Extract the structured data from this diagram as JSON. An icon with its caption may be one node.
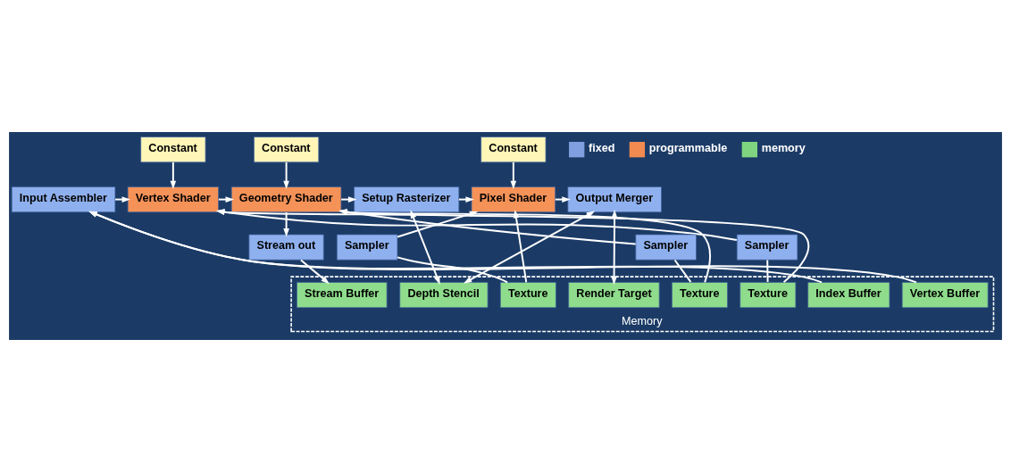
{
  "diagram": {
    "nodes": [
      {
        "text": [
          "Input Assembler"
        ]
      },
      {
        "text": [
          "Vertex Shader"
        ]
      },
      {
        "text": [
          "Geometry Shader"
        ]
      },
      {
        "text": [
          "Setup Rasterizer"
        ]
      },
      {
        "text": [
          "Pixel Shader"
        ]
      },
      {
        "text": [
          "Output Merger"
        ]
      },
      {
        "text": [
          "Constant"
        ]
      },
      {
        "text": [
          "Constant"
        ]
      },
      {
        "text": [
          "Constant"
        ]
      },
      {
        "text": [
          "Sampler"
        ]
      },
      {
        "text": [
          "Sampler"
        ]
      },
      {
        "text": [
          "Stream out"
        ]
      },
      {
        "text": [
          "Sampler"
        ]
      },
      {
        "text": [
          "Memory"
        ]
      },
      {
        "text": [
          "Vertex Buffer"
        ],
        "in": 13
      },
      {
        "text": [
          "Index Buffer"
        ],
        "in": 13
      },
      {
        "text": [
          "Texture"
        ],
        "in": 13
      },
      {
        "text": [
          "Texture"
        ],
        "in": 13
      },
      {
        "text": [
          "Stream Buffer"
        ],
        "in": 13
      },
      {
        "text": [
          "Texture"
        ],
        "in": 13
      },
      {
        "text": [
          "Depth Stencil"
        ],
        "in": 13
      },
      {
        "text": [
          "Render Target"
        ],
        "in": 13
      }
    ],
    "edges": [
      {
        "from": 0,
        "to": 1,
        "arrow": "to"
      },
      {
        "from": 1,
        "to": 2,
        "arrow": "to"
      },
      {
        "from": 2,
        "to": 3,
        "arrow": "to"
      },
      {
        "from": 3,
        "to": 4,
        "arrow": "to"
      },
      {
        "from": 4,
        "to": 5,
        "arrow": "to"
      },
      {
        "from": 6,
        "to": 1,
        "arrow": "to"
      },
      {
        "from": 7,
        "to": 2,
        "arrow": "to"
      },
      {
        "from": 8,
        "to": 4,
        "arrow": "to"
      },
      {
        "from": 14,
        "to": 0,
        "arrow": "to"
      },
      {
        "from": 15,
        "to": 0,
        "arrow": "to"
      },
      {
        "from": 16,
        "to": 9,
        "arrow": "none"
      },
      {
        "from": 9,
        "to": 1,
        "arrow": "to"
      },
      {
        "from": 16,
        "to": 1,
        "arrow": "to"
      },
      {
        "from": 17,
        "to": 10,
        "arrow": "none"
      },
      {
        "from": 10,
        "to": 2,
        "arrow": "to"
      },
      {
        "from": 17,
        "to": 2,
        "arrow": "to"
      },
      {
        "from": 2,
        "to": 11,
        "arrow": "to"
      },
      {
        "from": 11,
        "to": 18,
        "arrow": "to"
      },
      {
        "from": 19,
        "to": 12,
        "arrow": "none"
      },
      {
        "from": 12,
        "to": 4,
        "arrow": "to"
      },
      {
        "from": 19,
        "to": 4,
        "arrow": "to"
      },
      {
        "from": 3,
        "to": 20,
        "arrow": "both"
      },
      {
        "from": 5,
        "to": 20,
        "arrow": "both"
      },
      {
        "from": 5,
        "to": 21,
        "arrow": "both"
      }
    ],
    "legend": [
      {
        "text": "fixed",
        "color": "#7f9fe0"
      },
      {
        "text": "programmable",
        "color": "#f08a50"
      },
      {
        "text": "memory",
        "color": "#7fd47f"
      }
    ]
  }
}
